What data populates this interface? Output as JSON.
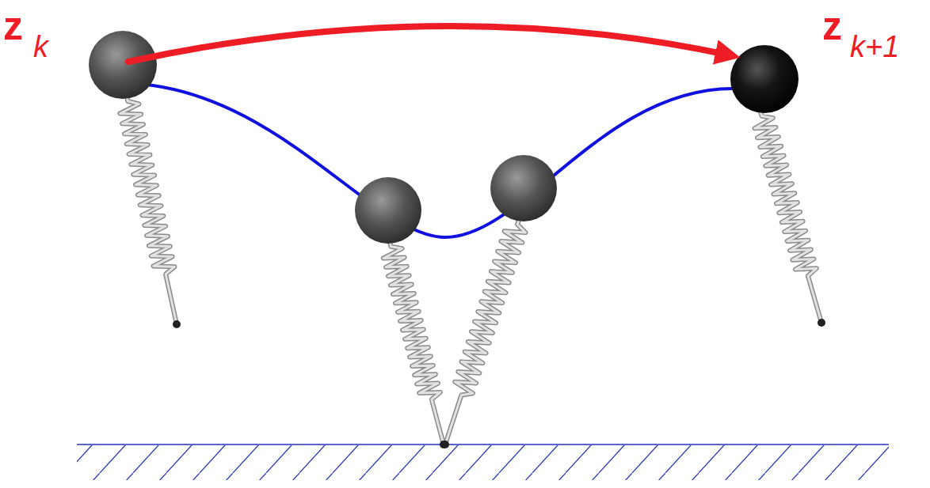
{
  "diagram": {
    "labels": [
      "z",
      "k",
      "z",
      "k+1"
    ]
  }
}
